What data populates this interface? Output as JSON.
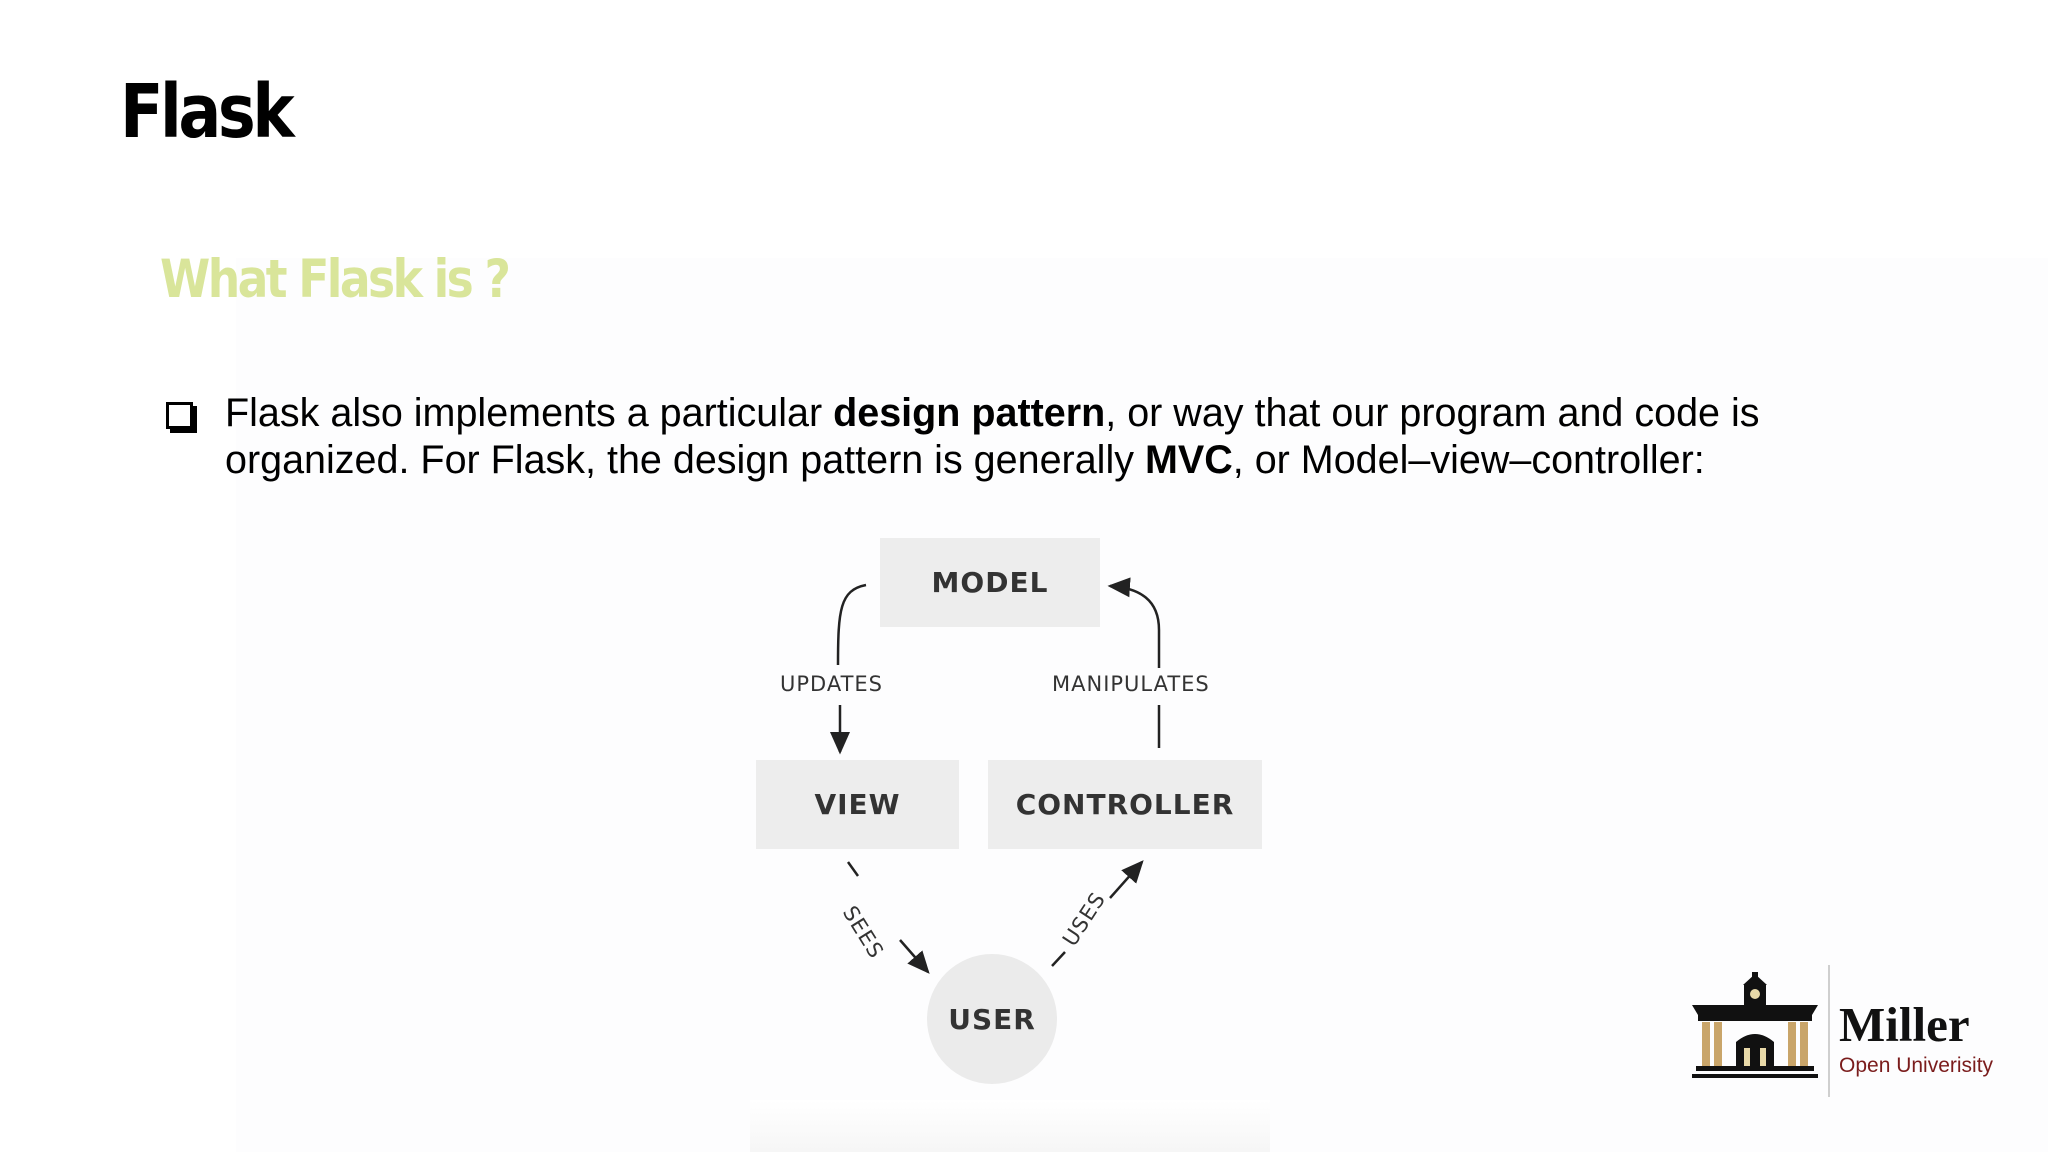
{
  "slide": {
    "title": "Flask",
    "subtitle": "What Flask is ?",
    "bullet": {
      "part1": "Flask also implements a particular ",
      "bold1": "design pattern",
      "part2": ", or way that our program and code is organized. For Flask, the design pattern is generally ",
      "bold2": "MVC",
      "part3": ", or Model–view–controller:"
    }
  },
  "diagram": {
    "model": "MODEL",
    "view": "VIEW",
    "controller": "CONTROLLER",
    "user": "USER",
    "updates": "UPDATES",
    "manipulates": "MANIPULATES",
    "sees": "SEES",
    "uses": "USES"
  },
  "logo": {
    "name": "Miller",
    "subtitle": "Open Univerisity"
  },
  "colors": {
    "subtitle": "#d9e59a",
    "logo_subtitle": "#7a1c1c"
  }
}
